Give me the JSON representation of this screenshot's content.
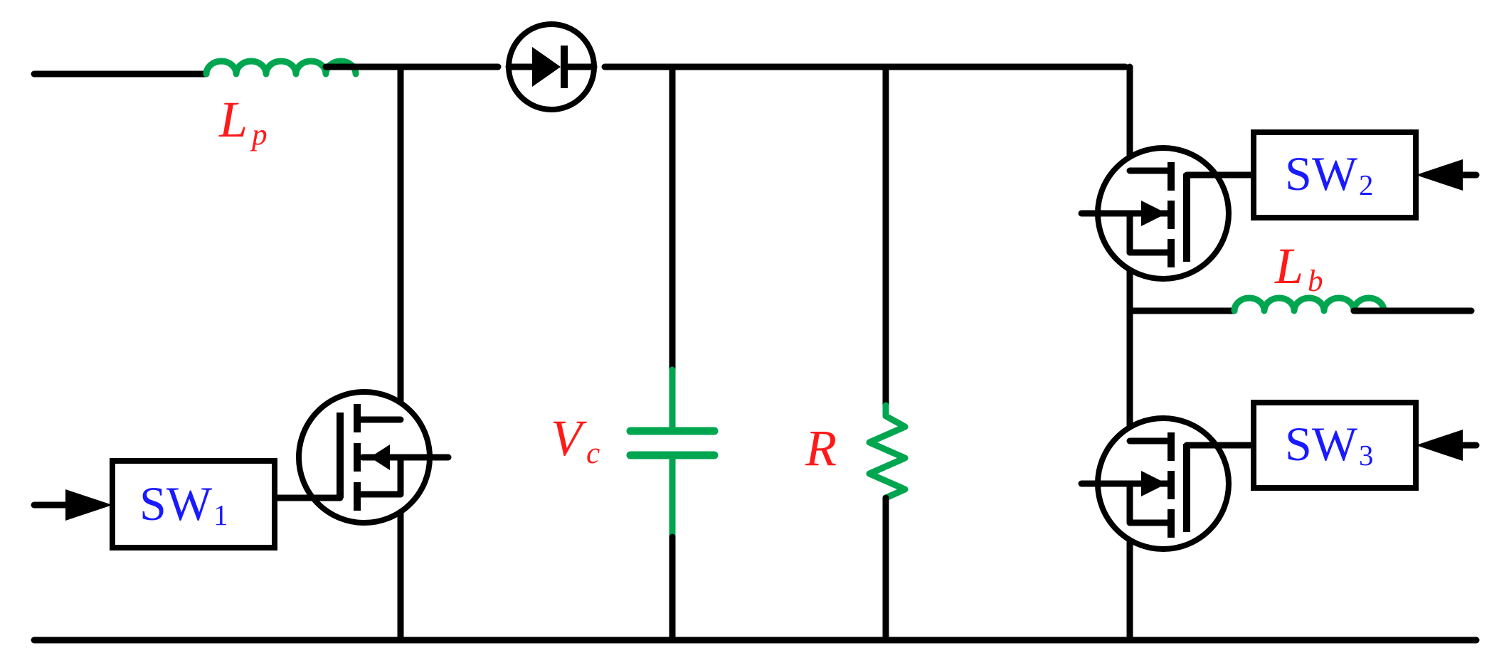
{
  "components": {
    "inductor_p": {
      "symbol": "L",
      "subscript": "p"
    },
    "inductor_b": {
      "symbol": "L",
      "subscript": "b"
    },
    "capacitor": {
      "symbol": "V",
      "subscript": "c"
    },
    "resistor": {
      "symbol": "R"
    },
    "switch_1": {
      "symbol": "SW",
      "subscript": "1"
    },
    "switch_2": {
      "symbol": "SW",
      "subscript": "2"
    },
    "switch_3": {
      "symbol": "SW",
      "subscript": "3"
    }
  },
  "colors": {
    "wire": "#000000",
    "passive_component": "#00a64f",
    "component_label": "#ff1a1a",
    "switch_label": "#1a1aff"
  }
}
